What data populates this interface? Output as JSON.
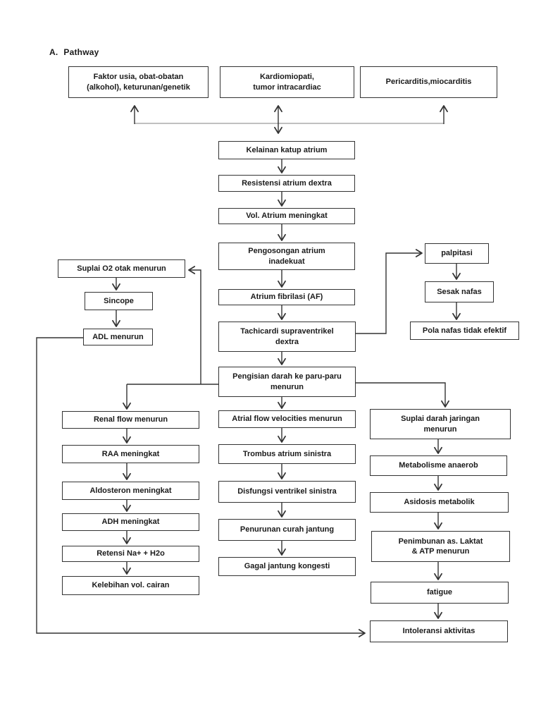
{
  "title": {
    "numeral": "A.",
    "text": "Pathway"
  },
  "colors": {
    "background": "#ffffff",
    "line": "#333333",
    "box_border": "#333333",
    "text": "#1a1a1a"
  },
  "nodes": {
    "faktor_usia": {
      "label": "Faktor usia, obat-obatan\n(alkohol), keturunan/genetik"
    },
    "kardiomiopati": {
      "label": "Kardiomiopati,\ntumor intracardiac"
    },
    "pericarditis": {
      "label": "Pericarditis,miocarditis"
    },
    "kelainan_katup": {
      "label": "Kelainan katup atrium"
    },
    "resistensi": {
      "label": "Resistensi atrium dextra"
    },
    "vol_atrium": {
      "label": "Vol. Atrium meningkat"
    },
    "pengosongan": {
      "label": "Pengosongan atrium\ninadekuat"
    },
    "atrium_fibrilasi": {
      "label": "Atrium fibrilasi (AF)"
    },
    "tachicardi": {
      "label": "Tachicardi supraventrikel\ndextra"
    },
    "pengisian": {
      "label": "Pengisian darah ke paru-paru\nmenurun"
    },
    "atrial_flow": {
      "label": "Atrial flow velocities menurun"
    },
    "trombus": {
      "label": "Trombus atrium sinistra"
    },
    "disfungsi": {
      "label": "Disfungsi ventrikel sinistra"
    },
    "penurunan_curah": {
      "label": "Penurunan curah jantung"
    },
    "gagal_jantung": {
      "label": "Gagal jantung kongesti"
    },
    "suplai_o2": {
      "label": "Suplai O2 otak menurun"
    },
    "sincope": {
      "label": "Sincope"
    },
    "adl": {
      "label": "ADL menurun"
    },
    "renal_flow": {
      "label": "Renal flow menurun"
    },
    "raa": {
      "label": "RAA meningkat"
    },
    "aldosteron": {
      "label": "Aldosteron meningkat"
    },
    "adh": {
      "label": "ADH meningkat"
    },
    "retensi": {
      "label": "Retensi Na+ + H2o"
    },
    "kelebihan": {
      "label": "Kelebihan vol. cairan"
    },
    "palpitasi": {
      "label": "palpitasi"
    },
    "sesak_nafas": {
      "label": "Sesak nafas"
    },
    "pola_nafas": {
      "label": "Pola nafas tidak efektif"
    },
    "suplai_darah": {
      "label": "Suplai darah jaringan\nmenurun"
    },
    "metabolisme": {
      "label": "Metabolisme anaerob"
    },
    "asidosis": {
      "label": "Asidosis metabolik"
    },
    "penimbunan": {
      "label": "Penimbunan as. Laktat\n& ATP menurun"
    },
    "fatigue": {
      "label": "fatigue"
    },
    "intoleransi": {
      "label": "Intoleransi aktivitas"
    }
  }
}
